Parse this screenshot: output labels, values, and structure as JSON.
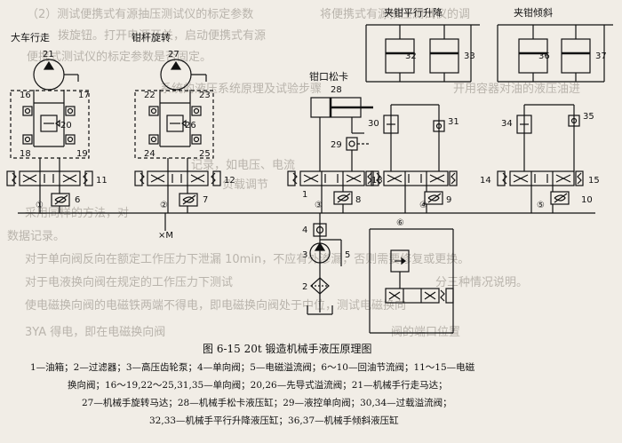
{
  "titles": {
    "travel": "大车行走",
    "rotate": "钳杆旋转",
    "clamp_release": "钳口松卡",
    "clamp_lift": "夹钳平行升降",
    "clamp_tilt": "夹钳倾斜"
  },
  "labels": {
    "n1": "1",
    "n2": "2",
    "n3": "3",
    "n4": "4",
    "n5": "5",
    "n6": "6",
    "n7": "7",
    "n8": "8",
    "n9": "9",
    "n10": "10",
    "n11": "11",
    "n12": "12",
    "n13": "13",
    "n14": "14",
    "n15": "15",
    "n16": "16",
    "n17": "17",
    "n18": "18",
    "n19": "19",
    "n20": "20",
    "n21": "21",
    "n22": "22",
    "n23": "23",
    "n24": "24",
    "n25": "25",
    "n26": "26",
    "n27": "27",
    "n28": "28",
    "n29": "29",
    "n30": "30",
    "n31": "31",
    "n32": "32",
    "n33": "33",
    "n34": "34",
    "n35": "35",
    "n36": "36",
    "n37": "37",
    "m": "×M",
    "c1": "①",
    "c2": "②",
    "c3": "③",
    "c4": "④",
    "c5": "⑤",
    "c6": "⑥"
  },
  "caption": {
    "figure": "图 6-15   20t 锻造机械手液压原理图",
    "line1": "1—油箱；2—过滤器；3—高压齿轮泵；4—单向阀；5—电磁溢流阀；6～10—回油节流阀；11～15—电磁",
    "line2": "换向阀；16～19,22～25,31,35—单向阀；20,26—先导式溢流阀；21—机械手行走马达；",
    "line3": "27—机械手旋转马达；28—机械手松卡液压缸；29—液控单向阀；30,34—过载溢流阀；",
    "line4": "32,33—机械手平行升降液压缸；36,37—机械手倾斜液压缸"
  },
  "background_text": [
    "（2）测试便携式有源抽压测试仪的标定参数",
    "将便携式有源抽压测试仪的调",
    "拨旋钮。打开电源开关，启动便携式有源",
    "便携式测试仪的标定参数是否固定。",
    "系统的液压系统原理及试验步骤",
    "开用容器对油的液压油进",
    "记录，如电压、电流",
    "负载调节",
    "采用同样的方法，对",
    "数据记录。",
    "对于单向阀反向在额定工作压力下泄漏 10min，不应有外渗漏，否则需要修复或更换。",
    "对于电液换向阀在规定的工作压力下测试",
    "分三种情况说明。",
    "使电磁换向阀的电磁铁两端不得电，即电磁换向阀处于中位，测试电磁换向",
    "3YA 得电，即在电磁换向阀",
    "阀的端口位置"
  ],
  "colors": {
    "ink": "#111111",
    "paper": "#f1ede6",
    "ghost": "#b9b4ac"
  }
}
